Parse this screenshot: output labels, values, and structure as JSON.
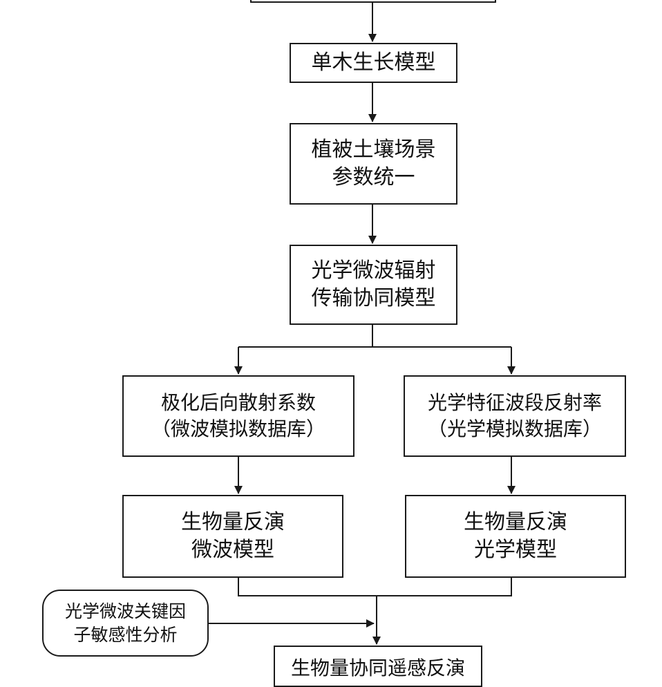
{
  "flowchart": {
    "nodes": {
      "top_partial": {
        "lines": []
      },
      "single_tree_model": {
        "lines": [
          "单木生长模型"
        ]
      },
      "vegetation_soil_params": {
        "lines": [
          "植被土壤场景",
          "参数统一"
        ]
      },
      "optical_microwave_rt_model": {
        "lines": [
          "光学微波辐射",
          "传输协同模型"
        ]
      },
      "polarized_backscatter": {
        "lines": [
          "极化后向散射系数",
          "（微波模拟数据库）"
        ]
      },
      "optical_reflectance": {
        "lines": [
          "光学特征波段反射率",
          "（光学模拟数据库）"
        ]
      },
      "biomass_microwave_model": {
        "lines": [
          "生物量反演",
          "微波模型"
        ]
      },
      "biomass_optical_model": {
        "lines": [
          "生物量反演",
          "光学模型"
        ]
      },
      "sensitivity_analysis": {
        "lines": [
          "光学微波关键因",
          "子敏感性分析"
        ]
      },
      "bottom_partial": {
        "lines": [
          "生物量协同遥感反演"
        ]
      }
    },
    "edges": [
      {
        "from": "top_partial",
        "to": "single_tree_model"
      },
      {
        "from": "single_tree_model",
        "to": "vegetation_soil_params"
      },
      {
        "from": "vegetation_soil_params",
        "to": "optical_microwave_rt_model"
      },
      {
        "from": "optical_microwave_rt_model",
        "to": "polarized_backscatter"
      },
      {
        "from": "optical_microwave_rt_model",
        "to": "optical_reflectance"
      },
      {
        "from": "polarized_backscatter",
        "to": "biomass_microwave_model"
      },
      {
        "from": "optical_reflectance",
        "to": "biomass_optical_model"
      },
      {
        "from": "biomass_microwave_model",
        "to": "bottom_partial"
      },
      {
        "from": "biomass_optical_model",
        "to": "bottom_partial"
      },
      {
        "from": "sensitivity_analysis",
        "to": "bottom_partial"
      }
    ],
    "colors": {
      "stroke": "#1a1a1a",
      "fill": "#ffffff",
      "text": "#111111"
    }
  }
}
